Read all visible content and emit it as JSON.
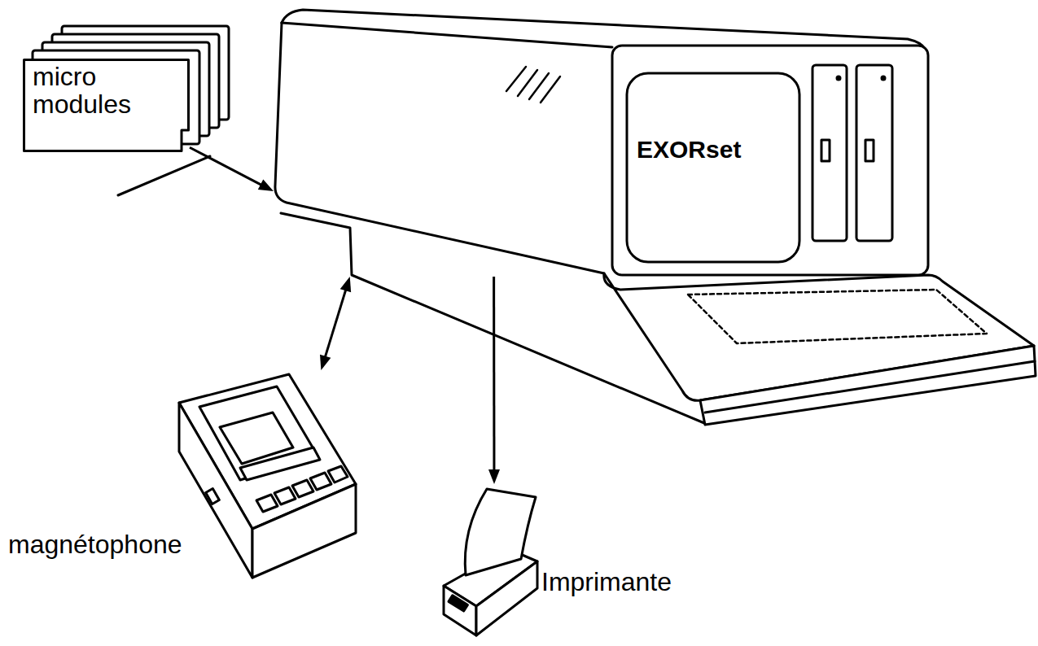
{
  "diagram": {
    "nodes": [
      {
        "text": [
          "micro modules"
        ]
      },
      {
        "text": [
          "EXORset"
        ]
      },
      {
        "text": [
          "magnétophone"
        ]
      },
      {
        "text": [
          "Imprimante"
        ]
      }
    ],
    "edges": [
      {
        "from": 0,
        "to": 1,
        "arrow": "to"
      },
      {
        "from": 1,
        "to": 2,
        "arrow": "both"
      },
      {
        "from": 1,
        "to": 3,
        "arrow": "to"
      }
    ]
  }
}
